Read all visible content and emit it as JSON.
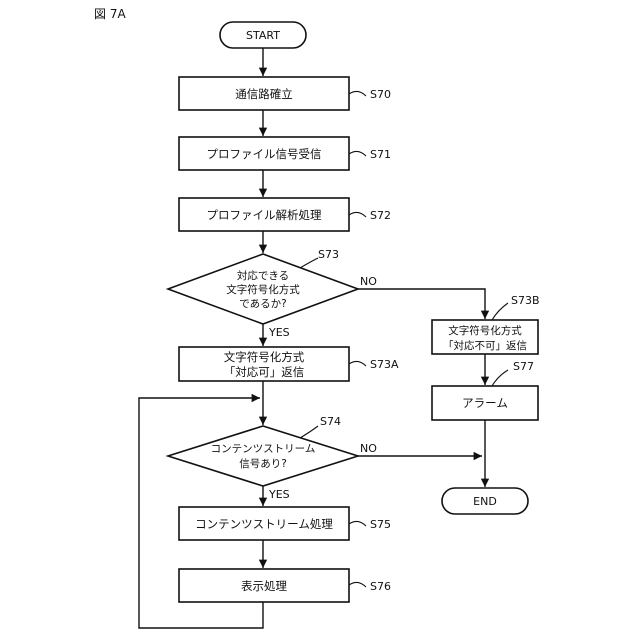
{
  "figure_label": "図 7A",
  "start": "START",
  "end": "END",
  "steps": {
    "s70": {
      "label": "通信路確立",
      "id": "S70"
    },
    "s71": {
      "label": "プロファイル信号受信",
      "id": "S71"
    },
    "s72": {
      "label": "プロファイル解析処理",
      "id": "S72"
    },
    "s73": {
      "lines": [
        "対応できる",
        "文字符号化方式",
        "であるか?"
      ],
      "id": "S73"
    },
    "s73a": {
      "lines": [
        "文字符号化方式",
        "「対応可」返信"
      ],
      "id": "S73A"
    },
    "s73b": {
      "lines": [
        "文字符号化方式",
        "「対応不可」返信"
      ],
      "id": "S73B"
    },
    "s77": {
      "label": "アラーム",
      "id": "S77"
    },
    "s74": {
      "lines": [
        "コンテンツストリーム",
        "信号あり?"
      ],
      "id": "S74"
    },
    "s75": {
      "label": "コンテンツストリーム処理",
      "id": "S75"
    },
    "s76": {
      "label": "表示処理",
      "id": "S76"
    }
  },
  "branches": {
    "yes": "YES",
    "no": "NO"
  }
}
